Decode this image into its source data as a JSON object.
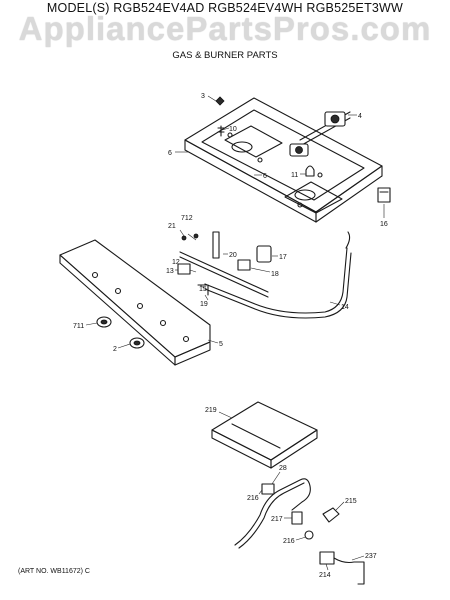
{
  "header": {
    "model_line": "MODEL(S) RGB524EV4AD RGB524EV4WH RGB525ET3WW",
    "watermark": "AppliancePartsPros.com",
    "subtitle": "GAS & BURNER PARTS"
  },
  "footer": {
    "art_number": "(ART NO. WB11672) C"
  },
  "callouts": {
    "c3": "3",
    "c4": "4",
    "c6a": "6",
    "c6b": "6",
    "c10": "10",
    "c11": "11",
    "c16": "16",
    "c21": "21",
    "c712": "712",
    "c20": "20",
    "c17": "17",
    "c13": "13",
    "c12": "12",
    "c15": "15",
    "c18": "18",
    "c19": "19",
    "c14": "14",
    "c711": "711",
    "c2": "2",
    "c5": "5",
    "c219": "219",
    "c28": "28",
    "c216a": "216",
    "c217": "217",
    "c215": "215",
    "c216b": "216",
    "c214": "214",
    "c237": "237"
  }
}
